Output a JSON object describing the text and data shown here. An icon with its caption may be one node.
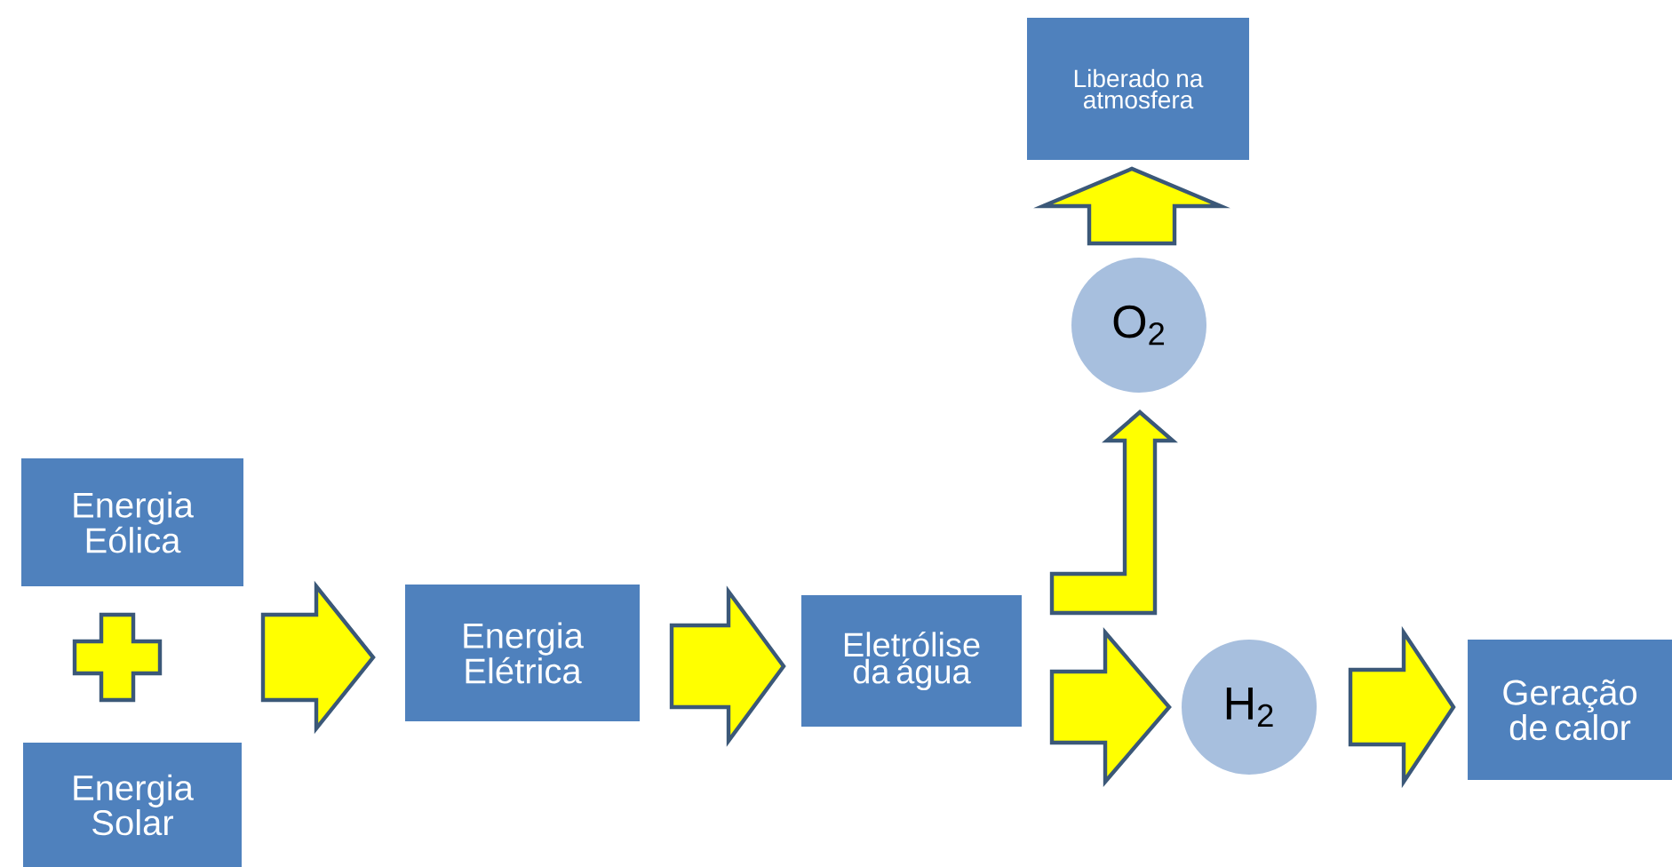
{
  "diagram": {
    "nodes": [
      {
        "text": [
          "Energia Eólica"
        ]
      },
      {
        "text": [
          "Energia Solar"
        ]
      },
      {
        "text": [
          "Energia Elétrica"
        ]
      },
      {
        "text": [
          "Eletrólise da água"
        ]
      },
      {
        "text": [
          "Liberado na atmosfera"
        ]
      },
      {
        "text": [
          "O$_{2}$"
        ]
      },
      {
        "text": [
          "H$_{2}$"
        ]
      },
      {
        "text": [
          "Geração de calor"
        ]
      }
    ],
    "edges": [
      {
        "from": 0,
        "to": 2,
        "arrow": "to"
      },
      {
        "from": 1,
        "to": 2,
        "arrow": "to"
      },
      {
        "from": 2,
        "to": 3,
        "arrow": "to"
      },
      {
        "from": 3,
        "to": 5,
        "arrow": "to"
      },
      {
        "from": 5,
        "to": 4,
        "arrow": "to"
      },
      {
        "from": 3,
        "to": 6,
        "arrow": "to"
      },
      {
        "from": 6,
        "to": 7,
        "arrow": "to"
      }
    ]
  }
}
